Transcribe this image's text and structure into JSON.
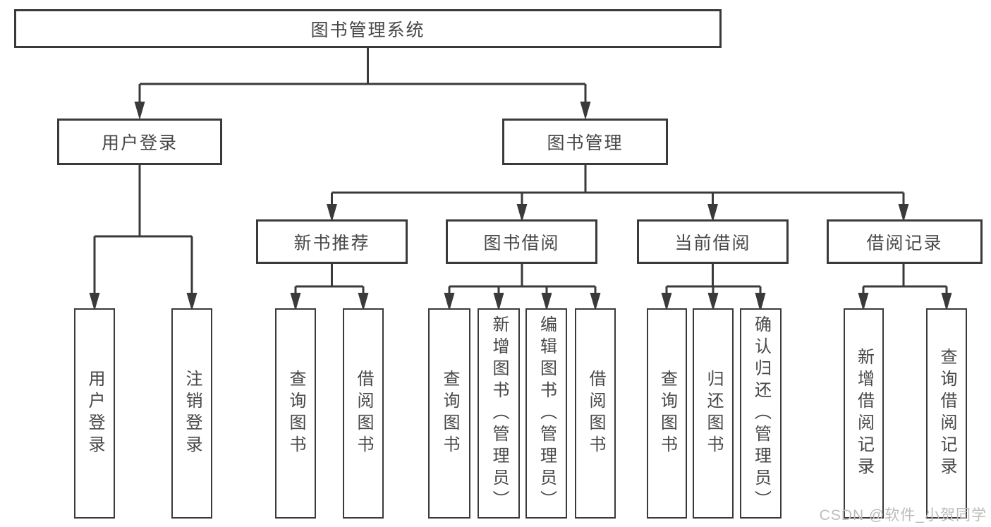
{
  "diagram": {
    "root": "图书管理系统",
    "level2": [
      "用户登录",
      "图书管理"
    ],
    "level3": [
      "新书推荐",
      "图书借阅",
      "当前借阅",
      "借阅记录"
    ],
    "leaves": [
      "用户登录",
      "注销登录",
      "查询图书",
      "借阅图书",
      "查询图书",
      "新增图书（管理员）",
      "编辑图书（管理员）",
      "借阅图书",
      "查询图书",
      "归还图书",
      "确认归还（管理员）",
      "新增借阅记录",
      "查询借阅记录"
    ]
  },
  "watermark": "CSDN @软件_小贺同学",
  "colors": {
    "line": "#3a3a3a",
    "border": "#3a3a3a",
    "text": "#474747",
    "watermark": "#bcbcbc",
    "background": "#ffffff"
  }
}
